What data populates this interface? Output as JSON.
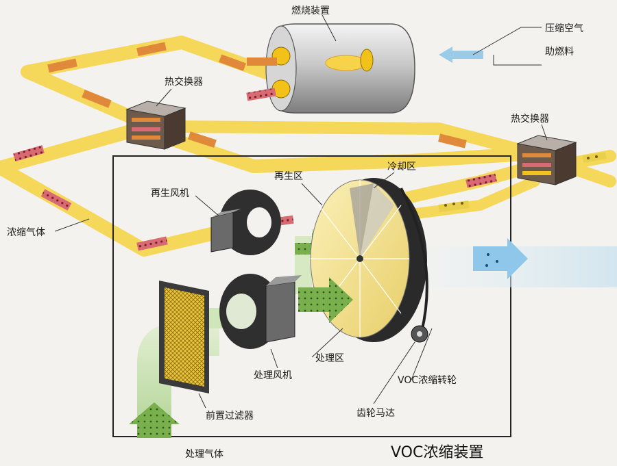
{
  "diagram": {
    "title": "VOC浓缩装置",
    "labels": {
      "combustion_device": "燃烧装置",
      "compressed_air": "压缩空气",
      "combustion_fuel": "助燃料",
      "heat_exchanger_left": "热交换器",
      "heat_exchanger_right": "热交换器",
      "concentrated_gas": "浓缩气体",
      "regen_fan": "再生风机",
      "regen_zone": "再生区",
      "cooling_zone": "冷却区",
      "process_zone": "处理区",
      "process_fan": "处理风机",
      "voc_rotor": "VOC浓缩转轮",
      "gear_motor": "齿轮马达",
      "pre_filter": "前置过滤器",
      "process_gas": "处理气体"
    },
    "colors": {
      "duct_yellow": "#f5d75a",
      "hot_flow": "#e0893a",
      "voc_flow": "#c94a5a",
      "clean_flow": "#8fc06b",
      "exhaust_blue": "#8fc7ea",
      "rotor_yellow": "#f3e08a"
    }
  }
}
